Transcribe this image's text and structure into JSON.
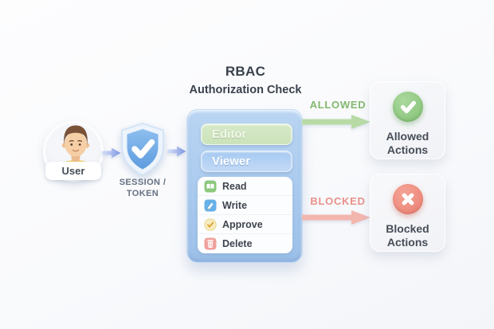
{
  "title": {
    "line1": "RBAC",
    "line2": "Authorization Check"
  },
  "user": {
    "label": "User"
  },
  "session": {
    "line1": "SESSION /",
    "line2": "TOKEN"
  },
  "roles": [
    {
      "label": "Editor"
    },
    {
      "label": "Viewer"
    }
  ],
  "permissions": [
    {
      "label": "Read",
      "icon": "book-icon"
    },
    {
      "label": "Write",
      "icon": "pencil-icon"
    },
    {
      "label": "Approve",
      "icon": "check-badge-icon"
    },
    {
      "label": "Delete",
      "icon": "trash-icon"
    }
  ],
  "allowed": {
    "arrow_label": "ALLOWED",
    "card": {
      "line1": "Allowed",
      "line2": "Actions"
    }
  },
  "blocked": {
    "arrow_label": "BLOCKED",
    "card": {
      "line1": "Blocked",
      "line2": "Actions"
    }
  },
  "colors": {
    "background": "#f9fafc",
    "panel_blue": "#a9c9ef",
    "editor_green": "#cfe4c0",
    "viewer_blue": "#aecdf3",
    "arrow_blue": "#93a9e8",
    "arrow_green": "#b8dba6",
    "arrow_red": "#f3b6ae",
    "allowed_green": "#8cc47e",
    "blocked_red": "#ec8376",
    "text_dark": "#3a414d",
    "text_gray": "#667182"
  }
}
